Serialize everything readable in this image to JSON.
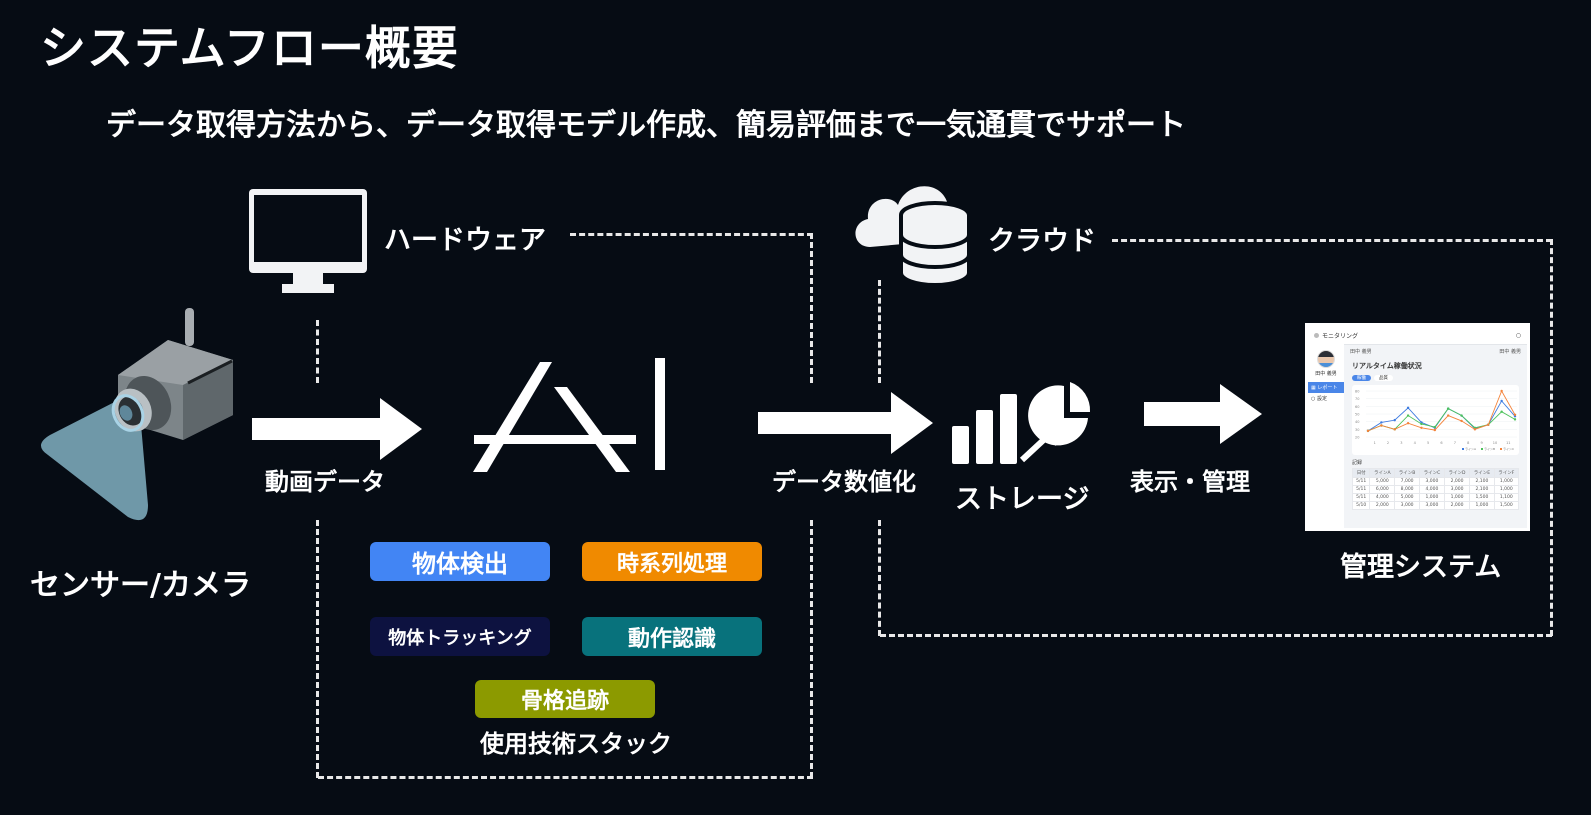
{
  "title": "システムフロー概要",
  "subtitle": "データ取得方法から、データ取得モデル作成、簡易評価まで一気通貫でサポート",
  "groups": {
    "hardware": {
      "label": "ハードウェア",
      "icon": "monitor-icon"
    },
    "cloud": {
      "label": "クラウド",
      "icon": "cloud-database-icon"
    }
  },
  "nodes": {
    "sensor": {
      "label": "センサー/カメラ",
      "icon": "camera-icon"
    },
    "ai": {
      "label": "AI",
      "icon": "ai-logo-icon"
    },
    "storage": {
      "label": "ストレージ",
      "icon": "analytics-icon"
    },
    "management": {
      "label": "管理システム",
      "icon": "dashboard-screenshot"
    }
  },
  "arrows": [
    {
      "label": "動画データ"
    },
    {
      "label": "データ数値化"
    },
    {
      "label": "表示・管理"
    }
  ],
  "tech_stack": {
    "caption": "使用技術スタック",
    "items": [
      {
        "label": "物体検出",
        "color": "#4285f4"
      },
      {
        "label": "時系列処理",
        "color": "#f08a00"
      },
      {
        "label": "物体トラッキング",
        "color": "#0d1240"
      },
      {
        "label": "動作認識",
        "color": "#08727c"
      },
      {
        "label": "骨格追跡",
        "color": "#8c9a00"
      }
    ]
  },
  "dashboard": {
    "app_name": "モニタリング",
    "user_name": "田中 義男",
    "header_user": "田中 義男",
    "sidebar": [
      "レポート",
      "設定"
    ],
    "page_title": "リアルタイム稼働状況",
    "tabs": [
      "稼働",
      "品質"
    ],
    "table_title": "記録",
    "chart_data": {
      "type": "line",
      "x": [
        "1",
        "2",
        "3",
        "4",
        "5",
        "6",
        "7",
        "8",
        "9",
        "10",
        "11"
      ],
      "ylim": [
        20,
        80
      ],
      "yticks": [
        20,
        30,
        40,
        50,
        60,
        70,
        80
      ],
      "series": [
        {
          "name": "ラインA",
          "color": "#3d7be0",
          "values": [
            28,
            39,
            42,
            58,
            39,
            32,
            57,
            48,
            31,
            36,
            67,
            47
          ]
        },
        {
          "name": "ラインB",
          "color": "#4cc25a",
          "values": [
            28,
            35,
            30,
            48,
            37,
            33,
            57,
            48,
            32,
            36,
            53,
            43
          ]
        },
        {
          "name": "ラインC",
          "color": "#f4833a",
          "values": [
            28,
            35,
            30,
            38,
            32,
            29,
            48,
            41,
            30,
            36,
            80,
            49
          ]
        }
      ]
    },
    "table": {
      "headers": [
        "日付",
        "ラインA",
        "ラインB",
        "ラインC",
        "ラインD",
        "ラインE",
        "ラインF"
      ],
      "rows": [
        [
          "5/11",
          "5,000",
          "7,000",
          "3,000",
          "2,000",
          "2,100",
          "1,000"
        ],
        [
          "5/11",
          "6,000",
          "8,000",
          "4,000",
          "3,000",
          "2,100",
          "1,000"
        ],
        [
          "5/11",
          "4,000",
          "5,000",
          "1,000",
          "1,000",
          "1,500",
          "1,100"
        ],
        [
          "5/10",
          "2,000",
          "3,000",
          "3,000",
          "2,000",
          "1,000",
          "1,500"
        ]
      ]
    }
  }
}
